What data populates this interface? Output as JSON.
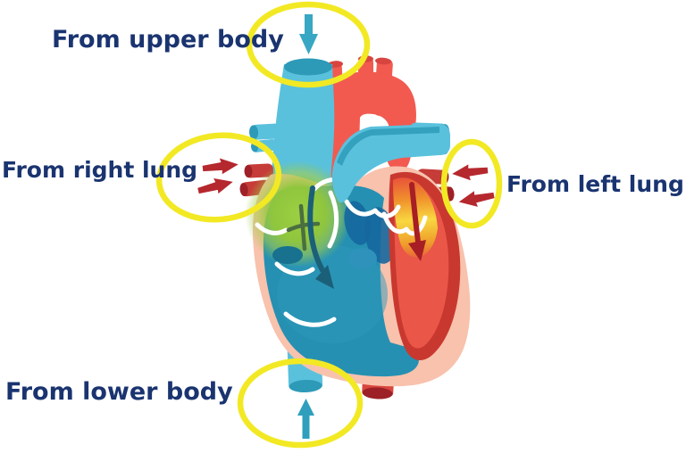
{
  "diagram": {
    "type": "heart-blood-flow-diagram",
    "background": "#ffffff",
    "labels": {
      "upper_body": "From upper body",
      "right_lung": "From right lung",
      "left_lung": "From left lung",
      "lower_body": "From lower body"
    },
    "flow_indicators": [
      {
        "id": "upper-body-inflow",
        "icon": "arrow-down-icon",
        "color": "#38a7c3"
      },
      {
        "id": "right-lung-inflow",
        "icon": "arrow-right-icon",
        "color": "#b5282e"
      },
      {
        "id": "left-lung-inflow",
        "icon": "arrow-left-icon",
        "color": "#b5282e"
      },
      {
        "id": "lower-body-inflow",
        "icon": "arrow-up-icon",
        "color": "#2f9fbd"
      }
    ],
    "highlight_rings": {
      "count": 4,
      "color": "#f2e924"
    },
    "palette": {
      "label_text": "#1a3470",
      "vein_blue": "#5ac1dd",
      "vein_blue_dark": "#2d9ab8",
      "aorta_red": "#f25a50",
      "pulmonary_vein_red": "#c63c38",
      "pulmonary_vein_red_dark": "#9e2127",
      "heart_outline_peach": "#f8c2ad",
      "right_heart_teal": "#2690b2",
      "left_heart_red": "#ea5648",
      "left_heart_border": "#c8382f",
      "right_atrium_green": "#8fc63d",
      "left_atrium_gold": "#f8d840",
      "inner_flow_teal": "#1b5f78",
      "inner_flow_red": "#a81e25"
    }
  }
}
